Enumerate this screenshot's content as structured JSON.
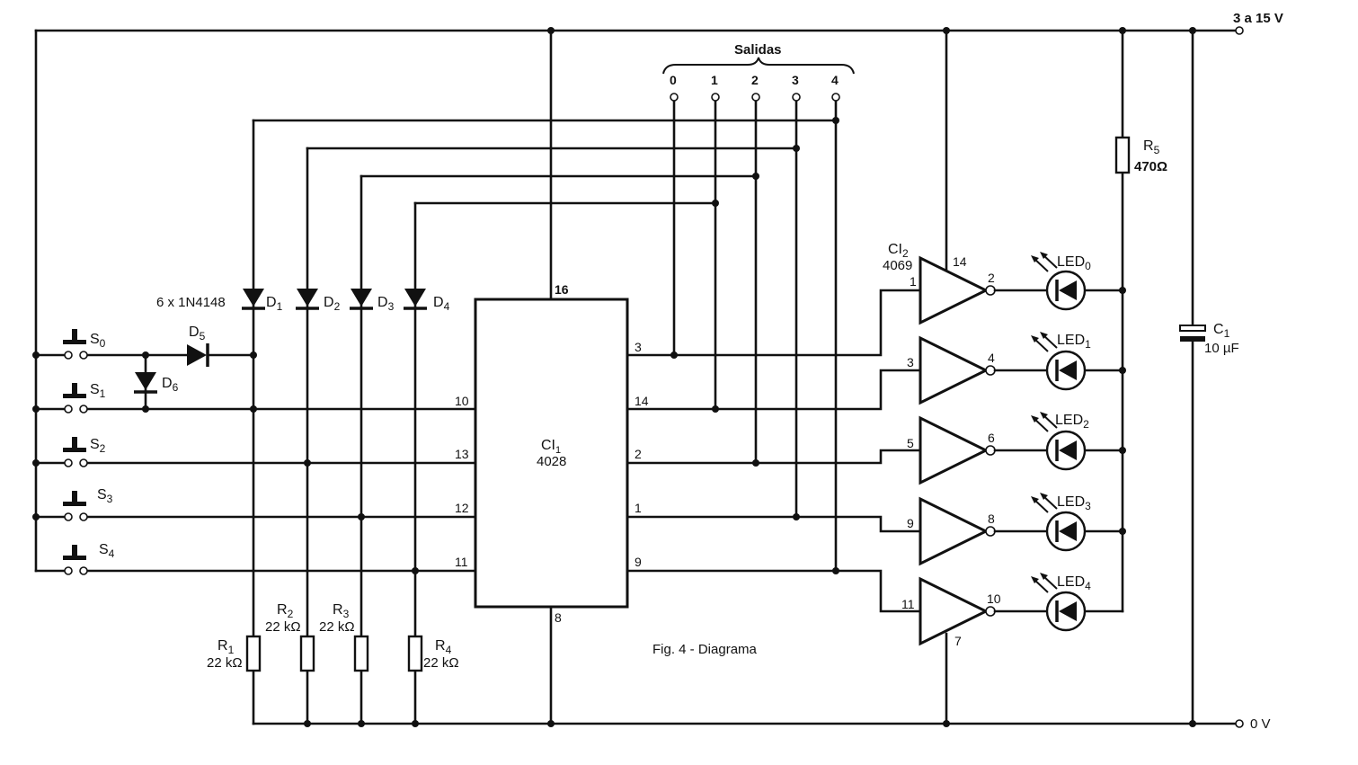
{
  "supply": {
    "vplus": "3 a 15 V",
    "ground": "0 V"
  },
  "outputs": {
    "title": "Salidas",
    "pins": [
      "0",
      "1",
      "2",
      "3",
      "4"
    ]
  },
  "diode_note": "6 x 1N4148",
  "switches": [
    {
      "name": "S",
      "sub": "0"
    },
    {
      "name": "S",
      "sub": "1"
    },
    {
      "name": "S",
      "sub": "2"
    },
    {
      "name": "S",
      "sub": "3"
    },
    {
      "name": "S",
      "sub": "4"
    }
  ],
  "diodes": [
    {
      "name": "D",
      "sub": "1"
    },
    {
      "name": "D",
      "sub": "2"
    },
    {
      "name": "D",
      "sub": "3"
    },
    {
      "name": "D",
      "sub": "4"
    },
    {
      "name": "D",
      "sub": "5"
    },
    {
      "name": "D",
      "sub": "6"
    }
  ],
  "resistors": [
    {
      "name": "R",
      "sub": "1",
      "value": "22 kΩ"
    },
    {
      "name": "R",
      "sub": "2",
      "value": "22 kΩ"
    },
    {
      "name": "R",
      "sub": "3",
      "value": "22 kΩ"
    },
    {
      "name": "R",
      "sub": "4",
      "value": "22 kΩ"
    },
    {
      "name": "R",
      "sub": "5",
      "value": "470Ω"
    }
  ],
  "ic1": {
    "name": "CI",
    "sub": "1",
    "part": "4028",
    "pin_top": "16",
    "pin_bottom": "8",
    "left_pins": [
      "10",
      "13",
      "12",
      "11"
    ],
    "right_pins": [
      "3",
      "14",
      "2",
      "1",
      "9"
    ]
  },
  "ic2": {
    "name": "CI",
    "sub": "2",
    "part": "4069",
    "pin_vdd": "14",
    "pin_gnd": "7",
    "inputs": [
      "1",
      "3",
      "5",
      "9",
      "11"
    ],
    "outputs": [
      "2",
      "4",
      "6",
      "8",
      "10"
    ]
  },
  "leds": [
    {
      "name": "LED",
      "sub": "0"
    },
    {
      "name": "LED",
      "sub": "1"
    },
    {
      "name": "LED",
      "sub": "2"
    },
    {
      "name": "LED",
      "sub": "3"
    },
    {
      "name": "LED",
      "sub": "4"
    }
  ],
  "capacitor": {
    "name": "C",
    "sub": "1",
    "value": "10 µF"
  },
  "caption": "Fig. 4 - Diagrama"
}
